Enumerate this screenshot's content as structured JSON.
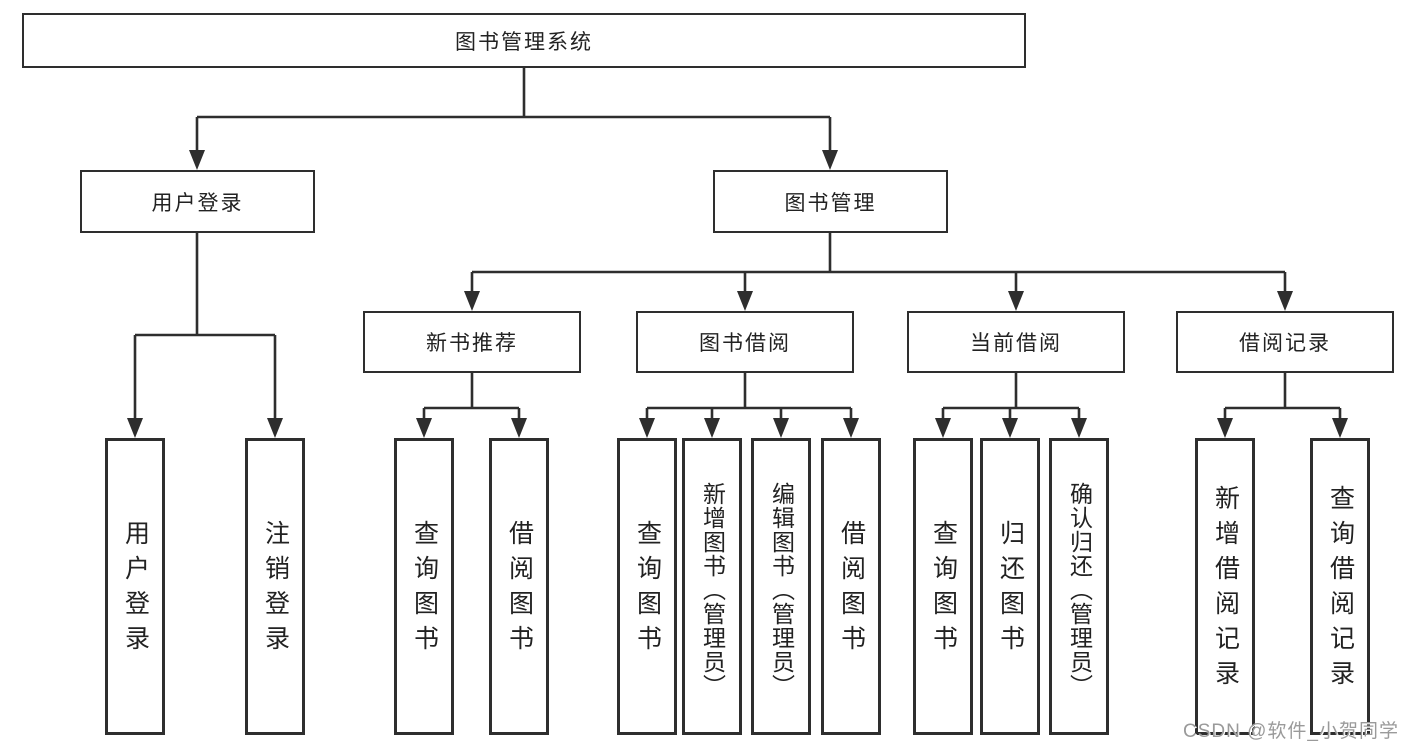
{
  "diagram": {
    "watermark": "CSDN @软件_小贺同学",
    "colors": {
      "line": "#2e2e2e",
      "box_border": "#2e2e2e",
      "box_fill": "#ffffff",
      "text": "#222222",
      "watermark": "#9a9a9a",
      "background": "#ffffff"
    },
    "tree": {
      "root": "图书管理系统",
      "children": [
        {
          "label": "用户登录",
          "children": [
            "用户登录",
            "注销登录"
          ]
        },
        {
          "label": "图书管理",
          "children": [
            {
              "label": "新书推荐",
              "children": [
                "查询图书",
                "借阅图书"
              ]
            },
            {
              "label": "图书借阅",
              "children": [
                "查询图书",
                "新增图书（管理员）",
                "编辑图书（管理员）",
                "借阅图书"
              ]
            },
            {
              "label": "当前借阅",
              "children": [
                "查询图书",
                "归还图书",
                "确认归还（管理员）"
              ]
            },
            {
              "label": "借阅记录",
              "children": [
                "新增借阅记录",
                "查询借阅记录"
              ]
            }
          ]
        }
      ]
    }
  }
}
